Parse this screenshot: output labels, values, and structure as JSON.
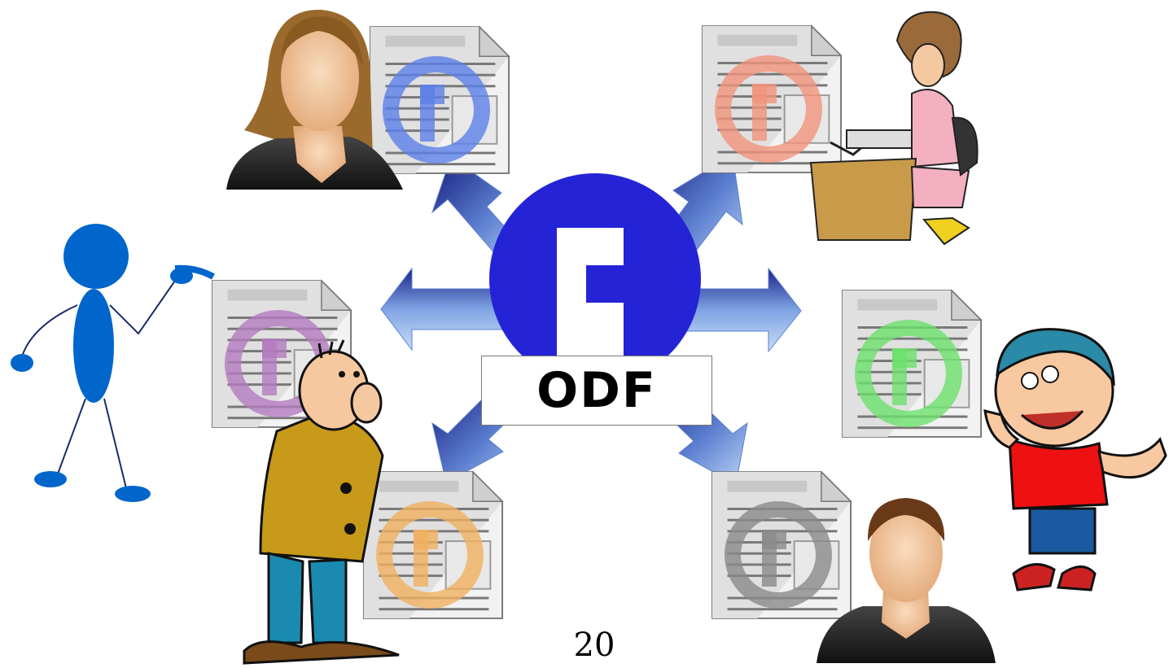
{
  "center": {
    "label": "ODF",
    "color": "#2424d6"
  },
  "page_number": "20",
  "document_icons": [
    {
      "name": "document-icon-blue",
      "color": "#5b7fe8"
    },
    {
      "name": "document-icon-salmon",
      "color": "#f0937a"
    },
    {
      "name": "document-icon-purple",
      "color": "#b37bbf"
    },
    {
      "name": "document-icon-green",
      "color": "#6ce06c"
    },
    {
      "name": "document-icon-orange",
      "color": "#f0b060"
    },
    {
      "name": "document-icon-gray",
      "color": "#8a8a8a"
    }
  ],
  "people": [
    "woman-avatar-icon",
    "typing-woman-clipart",
    "stick-figure-clipart",
    "man-in-coat-clipart",
    "smiling-boy-clipart",
    "man-avatar-icon"
  ]
}
